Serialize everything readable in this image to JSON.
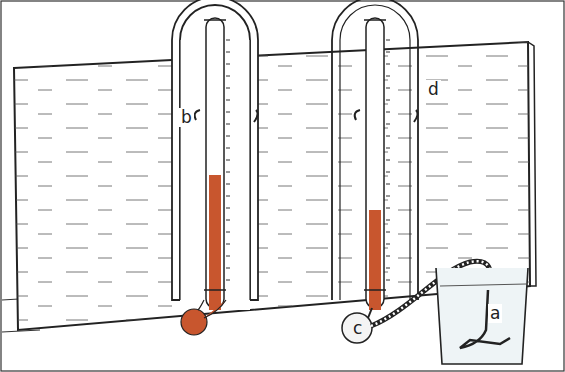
{
  "diagram": {
    "labels": [
      "b",
      "d",
      "a",
      "c"
    ]
  }
}
